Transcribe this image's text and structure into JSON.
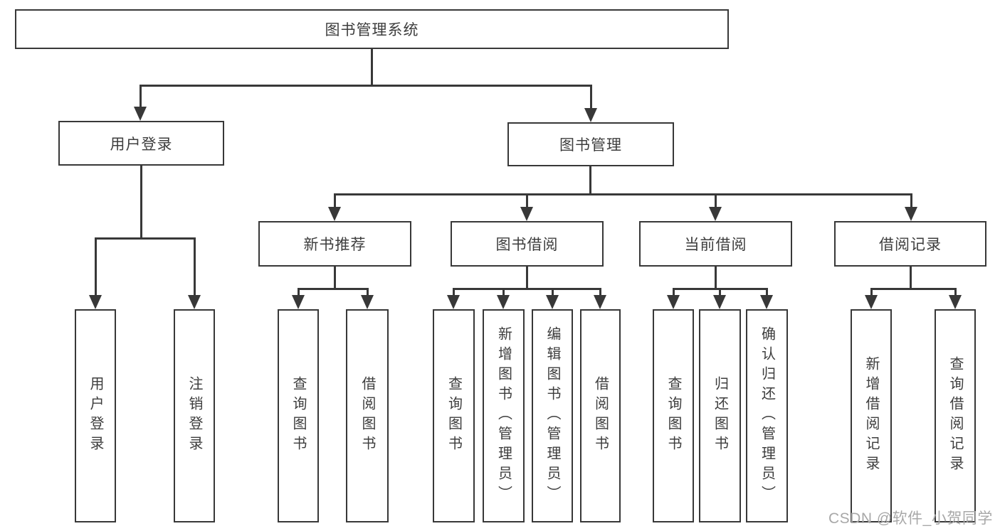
{
  "diagram": {
    "root": {
      "label": "图书管理系统",
      "children": [
        {
          "label": "用户登录",
          "children": [
            {
              "label": "用户登录"
            },
            {
              "label": "注销登录"
            }
          ]
        },
        {
          "label": "图书管理",
          "children": [
            {
              "label": "新书推荐",
              "children": [
                {
                  "label": "查询图书"
                },
                {
                  "label": "借阅图书"
                }
              ]
            },
            {
              "label": "图书借阅",
              "children": [
                {
                  "label": "查询图书"
                },
                {
                  "label": "新增图书（管理员）"
                },
                {
                  "label": "编辑图书（管理员）"
                },
                {
                  "label": "借阅图书"
                }
              ]
            },
            {
              "label": "当前借阅",
              "children": [
                {
                  "label": "查询图书"
                },
                {
                  "label": "归还图书"
                },
                {
                  "label": "确认归还（管理员）"
                }
              ]
            },
            {
              "label": "借阅记录",
              "children": [
                {
                  "label": "新增借阅记录"
                },
                {
                  "label": "查询借阅记录"
                }
              ]
            }
          ]
        }
      ]
    }
  },
  "watermark": {
    "text": "CSDN @软件_小贺同学"
  },
  "colors": {
    "line": "#383838",
    "border": "#383838",
    "text": "#3d3d3d",
    "watermark": "#a8a8a8",
    "background": "#ffffff"
  }
}
